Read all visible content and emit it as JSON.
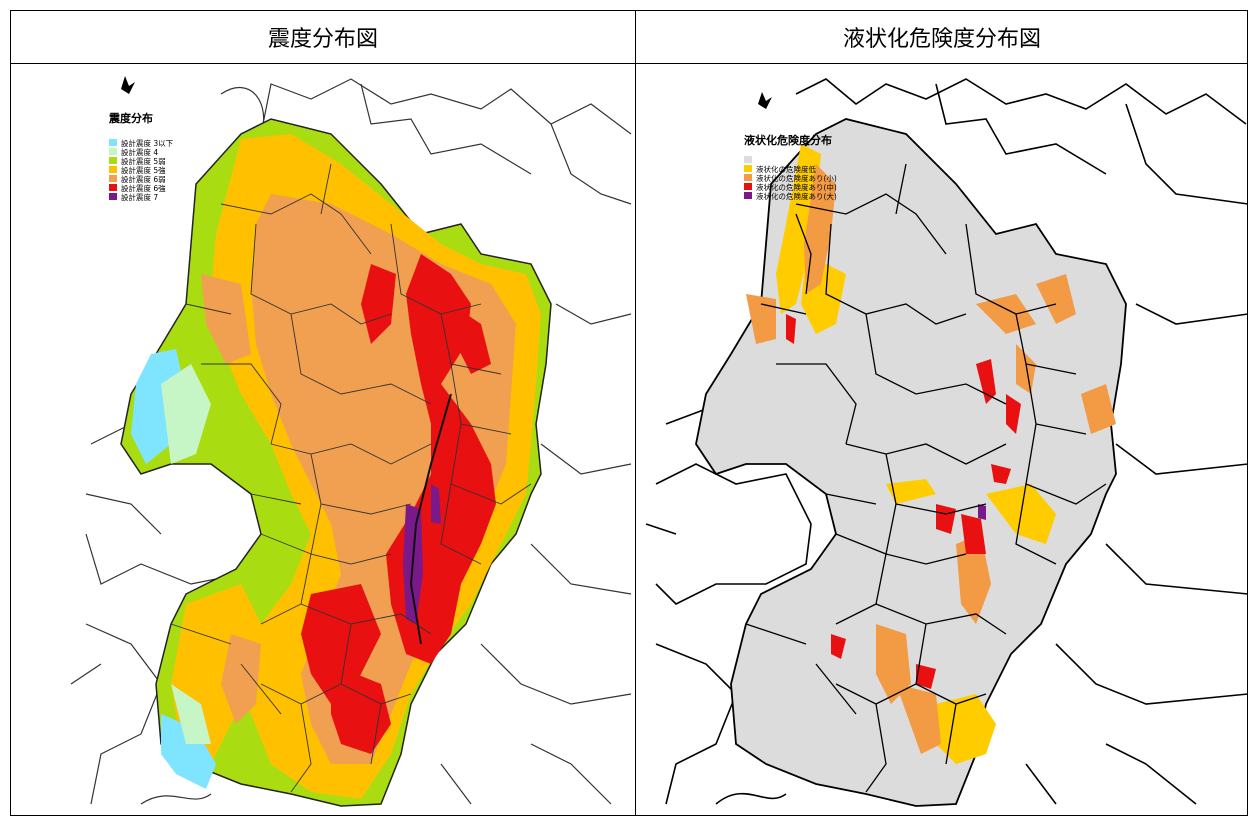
{
  "panels": [
    {
      "title": "震度分布図",
      "legend_title": "震度分布",
      "legend": [
        {
          "label": "設計震度 3以下",
          "color": "#7fe5ff"
        },
        {
          "label": "設計震度 4",
          "color": "#c6f5c6"
        },
        {
          "label": "設計震度 5弱",
          "color": "#aadd11"
        },
        {
          "label": "設計震度 5強",
          "color": "#ffc000"
        },
        {
          "label": "設計震度 6弱",
          "color": "#f0a050"
        },
        {
          "label": "設計震度 6強",
          "color": "#e81010"
        },
        {
          "label": "設計震度 7",
          "color": "#7a1a8a"
        }
      ]
    },
    {
      "title": "液状化危険度分布図",
      "legend_title": "液状化危険度分布",
      "legend": [
        {
          "label": "",
          "color": "#dcdcdc"
        },
        {
          "label": "液状化の危険度低",
          "color": "#ffcc00"
        },
        {
          "label": "液状化の危険度あり(小)",
          "color": "#f39a45"
        },
        {
          "label": "液状化の危険度あり(中)",
          "color": "#e81010"
        },
        {
          "label": "液状化の危険度あり(大)",
          "color": "#7a1a8a"
        }
      ]
    }
  ]
}
